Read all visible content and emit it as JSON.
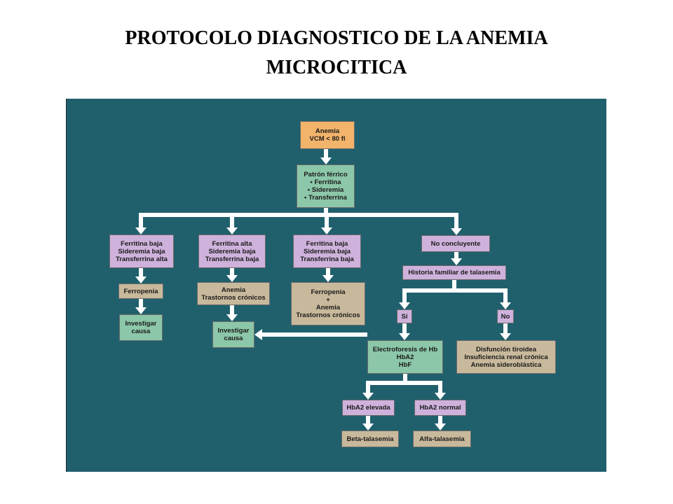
{
  "title": {
    "line1": "PROTOCOLO DIAGNOSTICO  DE LA ANEMIA",
    "line2": "MICROCITICA"
  },
  "colors": {
    "panel_bg": "#20606d",
    "arrow": "#ffffff",
    "orange": "#f2b36b",
    "green": "#8cc7a9",
    "purple": "#cfb2dc",
    "tan": "#c8b99c"
  },
  "nodes": {
    "anemia": [
      "Anemia",
      "VCM < 80 fl"
    ],
    "patron": [
      "Patrón férrico",
      "• Ferritina",
      "• Sideremia",
      "• Transferrina"
    ],
    "b1": [
      "Ferritina baja",
      "Sideremia baja",
      "Transferrina alta"
    ],
    "b2": [
      "Ferritina alta",
      "Sideremia baja",
      "Transferrina baja"
    ],
    "b3": [
      "Ferritina baja",
      "Sideremia baja",
      "Transferrina baja"
    ],
    "b4": [
      "No concluyente"
    ],
    "ferropenia": [
      "Ferropenia"
    ],
    "anemia_tc": [
      "Anemia",
      "Trastornos crónicos"
    ],
    "ferro_mix": [
      "Ferropenia",
      "+",
      "Anemia",
      "Trastornos crónicos"
    ],
    "investigar1": [
      "Investigar",
      "causa"
    ],
    "investigar2": [
      "Investigar",
      "causa"
    ],
    "historia": [
      "Historia familiar de talasemia"
    ],
    "si": [
      "Sí"
    ],
    "no": [
      "No"
    ],
    "electro": [
      "Electroforesis de Hb",
      "HbA2",
      "HbF"
    ],
    "disfuncion": [
      "Disfunción tiroidea",
      "Insuficiencia renal crónica",
      "Anemia sideroblástica"
    ],
    "hba2_elev": [
      "HbA2 elevada"
    ],
    "hba2_norm": [
      "HbA2 normal"
    ],
    "beta": [
      "Beta-talasemia"
    ],
    "alfa": [
      "Alfa-talasemia"
    ]
  }
}
